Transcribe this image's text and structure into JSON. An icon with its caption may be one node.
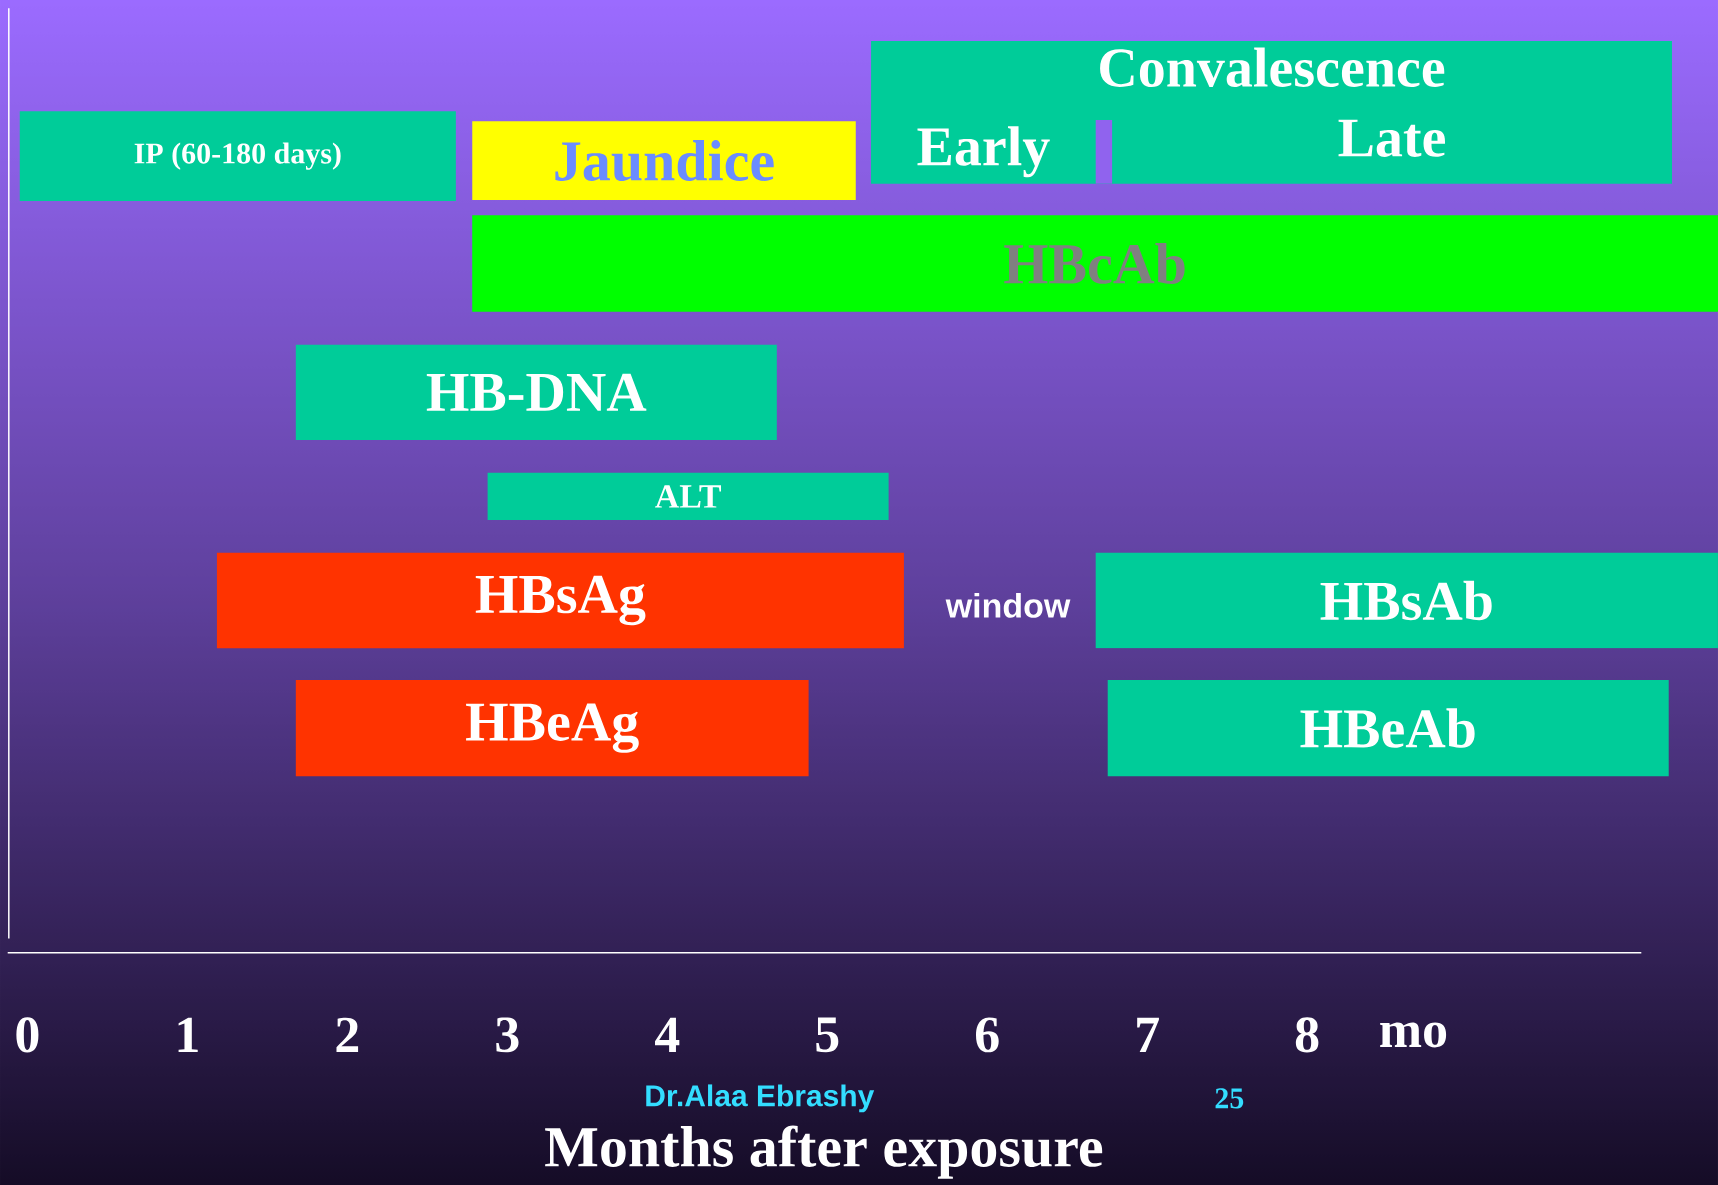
{
  "diagram": {
    "nodes": [
      {
        "text": [
          "IP (60-180 days)"
        ]
      },
      {
        "text": [
          "Jaundice"
        ]
      },
      {
        "text": [
          "Convalescence"
        ]
      },
      {
        "text": [
          "Early"
        ],
        "in": 2
      },
      {
        "text": [
          "Late"
        ],
        "in": 2
      },
      {
        "text": [
          "HBcAb"
        ]
      },
      {
        "text": [
          "HB-DNA"
        ]
      },
      {
        "text": [
          "ALT"
        ]
      },
      {
        "text": [
          "HBsAg"
        ]
      },
      {
        "text": [
          "HBsAb"
        ]
      },
      {
        "text": [
          "HBeAg"
        ]
      },
      {
        "text": [
          "HBeAb"
        ]
      }
    ],
    "labels": [
      "window",
      "0",
      "1",
      "2",
      "3",
      "4",
      "5",
      "6",
      "7",
      "8",
      "mo",
      "Dr.Alaa Ebrashy",
      "25",
      "Months after exposure"
    ]
  }
}
